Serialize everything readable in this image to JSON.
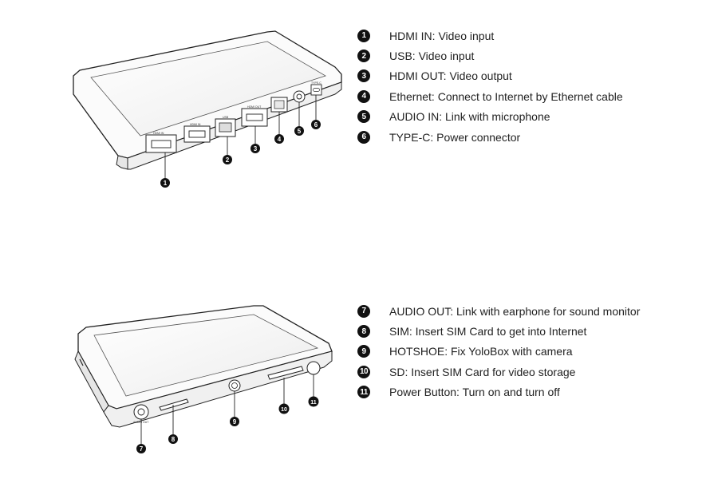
{
  "legend_top": [
    {
      "num": "1",
      "text": "HDMI IN: Video input"
    },
    {
      "num": "2",
      "text": "USB: Video input"
    },
    {
      "num": "3",
      "text": "HDMI OUT: Video output"
    },
    {
      "num": "4",
      "text": "Ethernet: Connect to Internet by Ethernet cable"
    },
    {
      "num": "5",
      "text": "AUDIO IN: Link with microphone"
    },
    {
      "num": "6",
      "text": "TYPE-C: Power connector"
    }
  ],
  "legend_bottom": [
    {
      "num": "7",
      "text": "AUDIO OUT: Link with earphone for sound monitor"
    },
    {
      "num": "8",
      "text": "SIM: Insert SIM Card to get into Internet"
    },
    {
      "num": "9",
      "text": "HOTSHOE: Fix YoloBox with camera"
    },
    {
      "num": "10",
      "text": "SD: Insert SIM Card for video storage"
    },
    {
      "num": "11",
      "text": "Power Button: Turn on and turn off"
    }
  ],
  "device_labels": {
    "hdmi_in": "HDMI IN",
    "hdmi_in_2": "HDMI IN",
    "usb": "USB",
    "hdmi_out": "HDMI OUT",
    "type_c": "TYPE-C",
    "audio_out": "AUDIO OUT"
  },
  "colors": {
    "badge": "#111111",
    "outline": "#222222",
    "screen": "#f4f4f4"
  }
}
